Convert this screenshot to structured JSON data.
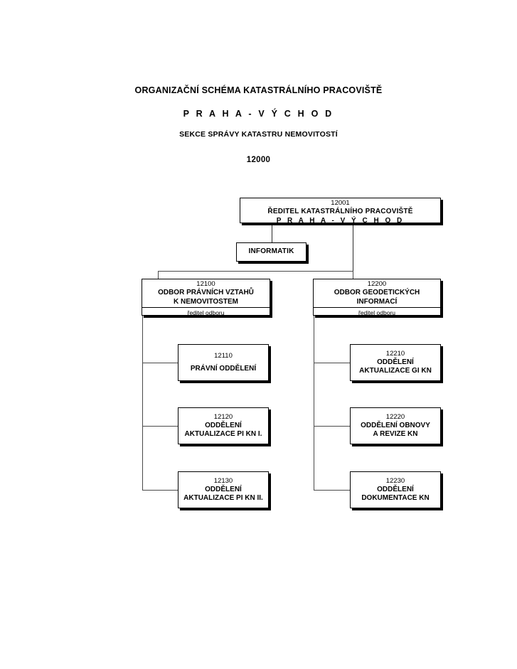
{
  "header": {
    "title": "ORGANIZAČNÍ SCHÉMA KATASTRÁLNÍHO PRACOVIŠTĚ",
    "subtitle": "P R A H A  -  V Ý C H O D",
    "section": "SEKCE  SPRÁVY KATASTRU NEMOVITOSTÍ",
    "code": "12000"
  },
  "chart_data": {
    "type": "diagram",
    "title": "ORGANIZAČNÍ SCHÉMA KATASTRÁLNÍHO PRACOVIŠTĚ PRAHA - VÝCHOD",
    "nodes": [
      {
        "id": "12001",
        "code": "12001",
        "name_line1": "ŘEDITEL  KATASTRÁLNÍHO  PRACOVIŠTĚ",
        "name_line2": "P R A H A  -  V Ý C H O D",
        "level": 0
      },
      {
        "id": "informatik",
        "code": "",
        "name": "INFORMATIK",
        "level": 1,
        "parent": "12001"
      },
      {
        "id": "12100",
        "code": "12100",
        "name": "ODBOR PRÁVNÍCH VZTAHŮ\nK NEMOVITOSTEM",
        "role": "ředitel odboru",
        "level": 1,
        "parent": "12001"
      },
      {
        "id": "12200",
        "code": "12200",
        "name": "ODBOR GEODETICKÝCH\nINFORMACÍ",
        "role": "ředitel odboru",
        "level": 1,
        "parent": "12001"
      },
      {
        "id": "12110",
        "code": "12110",
        "name": "PRÁVNÍ ODDĚLENÍ",
        "level": 2,
        "parent": "12100"
      },
      {
        "id": "12120",
        "code": "12120",
        "name": "ODDĚLENÍ\nAKTUALIZACE PI KN I.",
        "level": 2,
        "parent": "12100"
      },
      {
        "id": "12130",
        "code": "12130",
        "name": "ODDĚLENÍ\nAKTUALIZACE PI KN II.",
        "level": 2,
        "parent": "12100"
      },
      {
        "id": "12210",
        "code": "12210",
        "name": "ODDĚLENÍ\nAKTUALIZACE GI KN",
        "level": 2,
        "parent": "12200"
      },
      {
        "id": "12220",
        "code": "12220",
        "name": "ODDĚLENÍ OBNOVY\nA REVIZE KN",
        "level": 2,
        "parent": "12200"
      },
      {
        "id": "12230",
        "code": "12230",
        "name": "ODDĚLENÍ\nDOKUMENTACE KN",
        "level": 2,
        "parent": "12200"
      }
    ],
    "edges": [
      {
        "from": "12001",
        "to": "informatik"
      },
      {
        "from": "12001",
        "to": "12100"
      },
      {
        "from": "12001",
        "to": "12200"
      },
      {
        "from": "12100",
        "to": "12110"
      },
      {
        "from": "12100",
        "to": "12120"
      },
      {
        "from": "12100",
        "to": "12130"
      },
      {
        "from": "12200",
        "to": "12210"
      },
      {
        "from": "12200",
        "to": "12220"
      },
      {
        "from": "12200",
        "to": "12230"
      }
    ],
    "colors": {
      "box_border": "#000000",
      "box_fill": "#ffffff",
      "connector": "#4a4a4a",
      "text": "#000000"
    }
  }
}
